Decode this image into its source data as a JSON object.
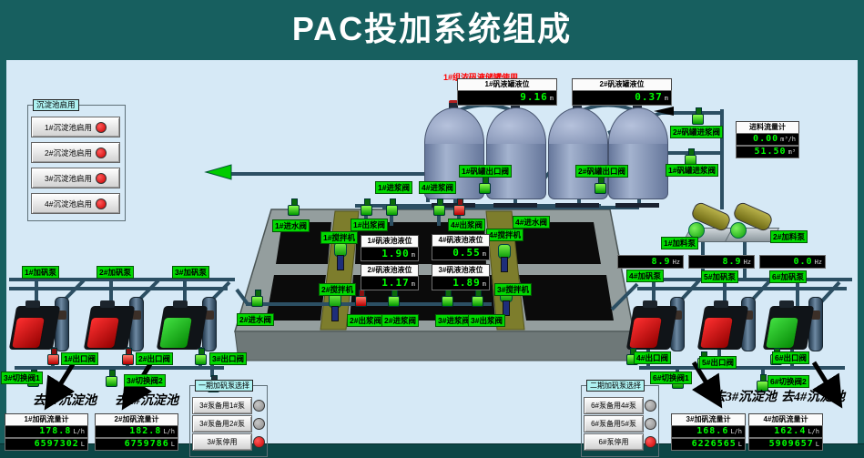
{
  "title": "PAC投加系统组成",
  "colors": {
    "header_bg": "#175f5f",
    "canvas_bg": "#d6e9f6",
    "label_green": "#00d800",
    "digit_green": "#00ff00",
    "led_red": "#cc0000",
    "led_gray": "#8a8a8a",
    "pipe": "#2c4f63",
    "alert_red": "#ff0000"
  },
  "sediment_panel": {
    "header": "沉淀池启用",
    "buttons": [
      {
        "label": "1#沉淀池启用",
        "led": "red"
      },
      {
        "label": "2#沉淀池启用",
        "led": "red"
      },
      {
        "label": "3#沉淀池启用",
        "led": "red"
      },
      {
        "label": "4#沉淀池启用",
        "led": "red"
      }
    ]
  },
  "storage_note": "1#组浓矾液储罐使用",
  "tank_displays": [
    {
      "label": "1#矾液罐液位",
      "value": "9.16",
      "unit": "m"
    },
    {
      "label": "2#矾液罐液位",
      "value": "0.37",
      "unit": "m"
    }
  ],
  "feed_meter": {
    "label": "进料流量计",
    "rate": "0.00",
    "rate_unit": "m³/h",
    "total": "51.50",
    "total_unit": "m³"
  },
  "basin_displays": [
    {
      "label": "1#矾液池液位",
      "value": "1.90",
      "unit": "m"
    },
    {
      "label": "4#矾液池液位",
      "value": "0.55",
      "unit": "m"
    },
    {
      "label": "2#矾液池液位",
      "value": "1.17",
      "unit": "m"
    },
    {
      "label": "3#矾液池液位",
      "value": "1.89",
      "unit": "m"
    }
  ],
  "hz_displays": [
    {
      "label": "4#加矾泵",
      "value": "8.9",
      "unit": "Hz"
    },
    {
      "label": "5#加矾泵",
      "value": "8.9",
      "unit": "Hz"
    },
    {
      "label": "6#加矾泵",
      "value": "0.0",
      "unit": "Hz"
    }
  ],
  "flow_meters": [
    {
      "label": "1#加矾流量计",
      "rate": "178.8",
      "rate_unit": "L/h",
      "total": "6597302",
      "total_unit": "L"
    },
    {
      "label": "2#加矾流量计",
      "rate": "182.8",
      "rate_unit": "L/h",
      "total": "6759786",
      "total_unit": "L"
    },
    {
      "label": "3#加矾流量计",
      "rate": "168.6",
      "rate_unit": "L/h",
      "total": "6226565",
      "total_unit": "L"
    },
    {
      "label": "4#加矾流量计",
      "rate": "162.4",
      "rate_unit": "L/h",
      "total": "5909657",
      "total_unit": "L"
    }
  ],
  "selector_panels": [
    {
      "header": "一期加矾泵选择",
      "buttons": [
        {
          "label": "3#泵备用1#泵",
          "led": "gray"
        },
        {
          "label": "3#泵备用2#泵",
          "led": "gray"
        },
        {
          "label": "3#泵停用",
          "led": "red"
        }
      ]
    },
    {
      "header": "二期加矾泵选择",
      "buttons": [
        {
          "label": "6#泵备用4#泵",
          "led": "gray"
        },
        {
          "label": "6#泵备用5#泵",
          "led": "gray"
        },
        {
          "label": "6#泵停用",
          "led": "red"
        }
      ]
    }
  ],
  "destinations": [
    {
      "text": "去1#沉淀池"
    },
    {
      "text": "去2#沉淀池"
    },
    {
      "text": "去3#沉淀池"
    },
    {
      "text": "去4#沉淀池"
    }
  ],
  "valve_labels": [
    {
      "text": "1#进浆阀"
    },
    {
      "text": "4#进浆阀"
    },
    {
      "text": "1#矾罐出口阀"
    },
    {
      "text": "2#矾罐出口阀"
    },
    {
      "text": "2#矾罐进浆阀"
    },
    {
      "text": "1#矾罐进浆阀"
    },
    {
      "text": "1#进水阀"
    },
    {
      "text": "1#出浆阀"
    },
    {
      "text": "4#出浆阀"
    },
    {
      "text": "4#进水阀"
    },
    {
      "text": "1#搅拌机"
    },
    {
      "text": "4#搅拌机"
    },
    {
      "text": "2#搅拌机"
    },
    {
      "text": "3#搅拌机"
    },
    {
      "text": "2#进水阀"
    },
    {
      "text": "2#出浆阀"
    },
    {
      "text": "2#进浆阀"
    },
    {
      "text": "3#进浆阀"
    },
    {
      "text": "3#出浆阀"
    },
    {
      "text": "1#加矾泵"
    },
    {
      "text": "2#加矾泵"
    },
    {
      "text": "3#加矾泵"
    },
    {
      "text": "1#出口阀"
    },
    {
      "text": "2#出口阀"
    },
    {
      "text": "3#出口阀"
    },
    {
      "text": "3#切换阀1"
    },
    {
      "text": "3#切换阀2"
    },
    {
      "text": "1#加料泵"
    },
    {
      "text": "2#加料泵"
    },
    {
      "text": "4#出口阀"
    },
    {
      "text": "5#出口阀"
    },
    {
      "text": "6#出口阀"
    },
    {
      "text": "6#切换阀1"
    },
    {
      "text": "6#切换阀2"
    }
  ]
}
